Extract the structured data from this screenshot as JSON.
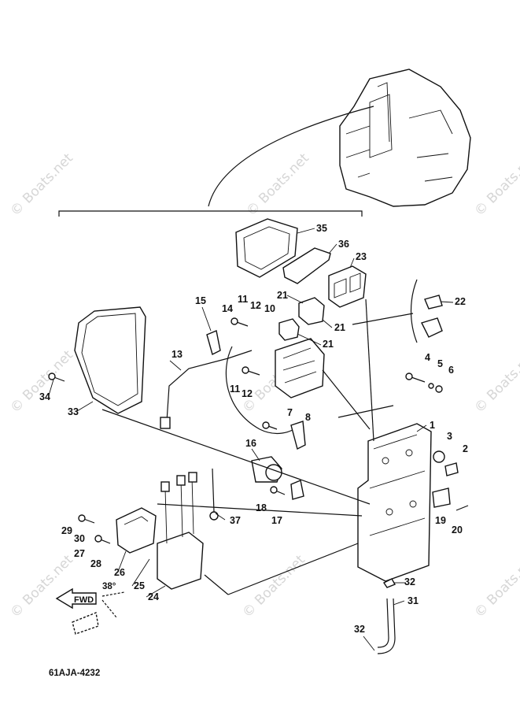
{
  "diagram_code": "61AJA-4232",
  "watermark": "© Boats.net",
  "direction_label": "FWD",
  "angle_label": "38°",
  "callouts": [
    "1",
    "2",
    "3",
    "4",
    "5",
    "6",
    "7",
    "8",
    "10",
    "11",
    "11",
    "12",
    "12",
    "13",
    "14",
    "15",
    "16",
    "17",
    "18",
    "19",
    "20",
    "21",
    "21",
    "21",
    "22",
    "23",
    "24",
    "25",
    "26",
    "27",
    "28",
    "29",
    "30",
    "31",
    "32",
    "32",
    "33",
    "34",
    "35",
    "36",
    "37"
  ]
}
